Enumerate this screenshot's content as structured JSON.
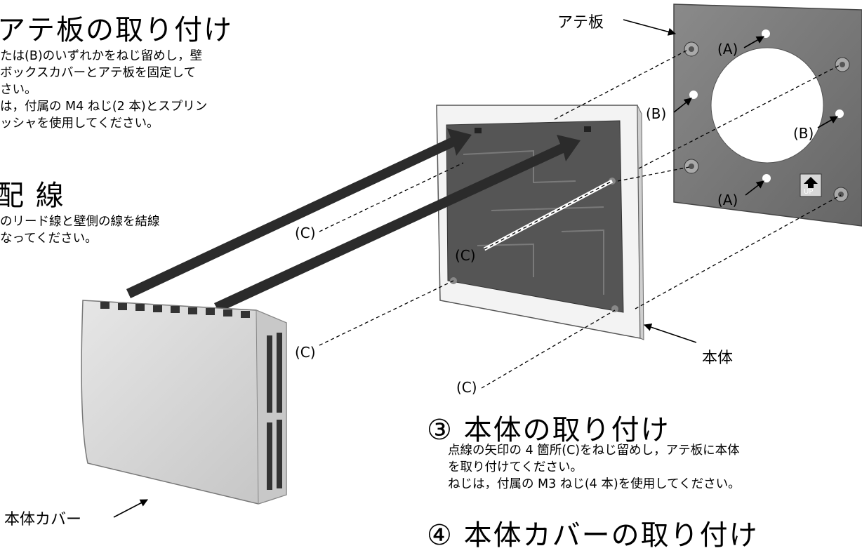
{
  "section2": {
    "title": "アテ板の取り付け",
    "lines": [
      "たは(B)のいずれかをねじ留めし，壁",
      "ボックスカバーとアテ板を固定して",
      "さい。",
      "は，付属の M4 ねじ(2 本)とスプリン",
      "ッシャを使用してください。"
    ]
  },
  "wiring": {
    "title": "配 線",
    "lines": [
      "のリード線と壁側の線を結線",
      "なってください。"
    ]
  },
  "labels": {
    "plate": "アテ板",
    "body": "本体",
    "cover": "本体カバー",
    "a_top": "(A)",
    "a_bottom": "(A)",
    "b_left": "(B)",
    "b_right": "(B)",
    "c1": "(C)",
    "c2": "(C)",
    "c3": "(C)",
    "c4": "(C)",
    "up": "UP"
  },
  "section3": {
    "number": "③",
    "title": "本体の取り付け",
    "lines": [
      "点線の矢印の 4 箇所(C)をねじ留めし，アテ板に本体",
      "を取り付けてください。",
      "ねじは，付属の M3 ねじ(4 本)を使用してください。"
    ]
  },
  "section4": {
    "number": "④",
    "title": "本体カバーの取り付け"
  },
  "colors": {
    "plate": "#7b7b7b",
    "frame": "#ececec",
    "pcb": "#4a4a4a",
    "cover": "#d8d8d8"
  }
}
